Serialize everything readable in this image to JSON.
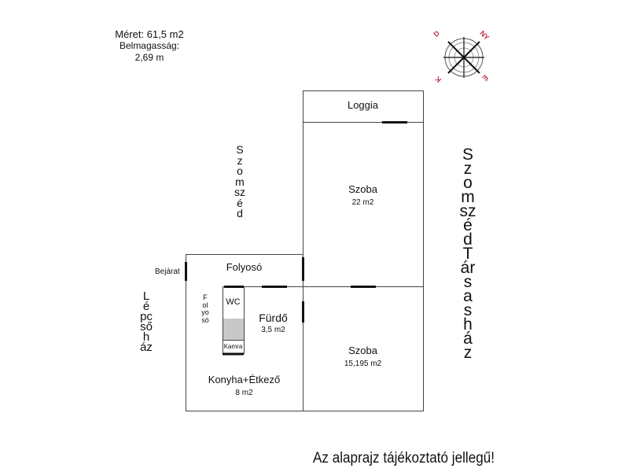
{
  "info": {
    "size": "Méret: 61,5 m2",
    "height_label": "Belmagasság:",
    "height_value": "2,69 m"
  },
  "compass": {
    "nw": "D",
    "ne": "NY",
    "sw": "K",
    "se": "É",
    "letter_color": "#c0304a"
  },
  "rooms": {
    "loggia": "Loggia",
    "szoba1": "Szoba",
    "szoba1_area": "22 m2",
    "folyoso": "Folyosó",
    "folyoso_vertical": "Folyosó",
    "wc": "WC",
    "kamra": "Kamra",
    "furdo": "Fürdő",
    "furdo_area": "3,5 m2",
    "konyha": "Konyha+Étkező",
    "konyha_area": "8 m2",
    "szoba2": "Szoba",
    "szoba2_area": "15,195 m2"
  },
  "labels": {
    "bejarat": "Bejárat",
    "szomszed_left": "Szomszéd",
    "szomszed_right": "Szomszéd Társasház",
    "lepcsohaz": "Lépcsőház"
  },
  "disclaimer": "Az alaprajz tájékoztató jellegű!"
}
